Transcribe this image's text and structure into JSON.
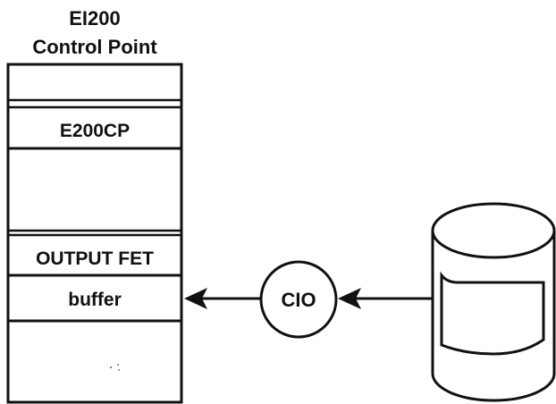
{
  "title": {
    "line1": "EI200",
    "line2": "Control Point"
  },
  "memory_block": {
    "sections": [
      "",
      "E200CP",
      "",
      "OUTPUT FET",
      "buffer",
      ""
    ]
  },
  "cio_node": {
    "label": "CIO"
  },
  "colors": {
    "ink": "#111111",
    "background": "#ffffff"
  }
}
